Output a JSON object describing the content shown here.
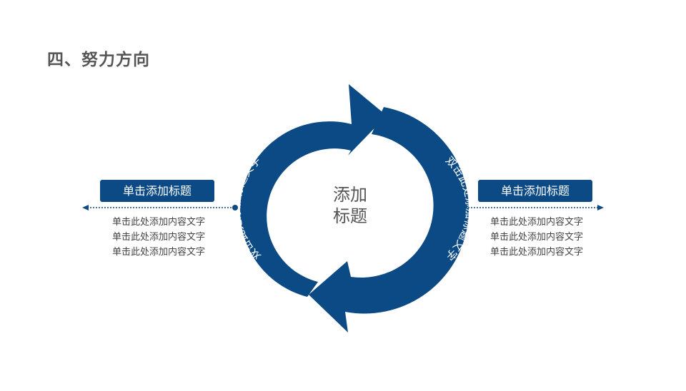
{
  "title": "四、努力方向",
  "center_label_line1": "添加",
  "center_label_line2": "标题",
  "left_arc_text": "双击此处添加标题文字",
  "right_arc_text": "双击此处添加标题文字",
  "left_panel": {
    "title": "单击添加标题",
    "lines": [
      "单击此处添加内容文字",
      "单击此处添加内容文字",
      "单击此处添加内容文字"
    ]
  },
  "right_panel": {
    "title": "单击添加标题",
    "lines": [
      "单击此处添加内容文字",
      "单击此处添加内容文字",
      "单击此处添加内容文字"
    ]
  },
  "colors": {
    "accent": "#0b4a84",
    "text": "#444444",
    "title": "#555555"
  }
}
